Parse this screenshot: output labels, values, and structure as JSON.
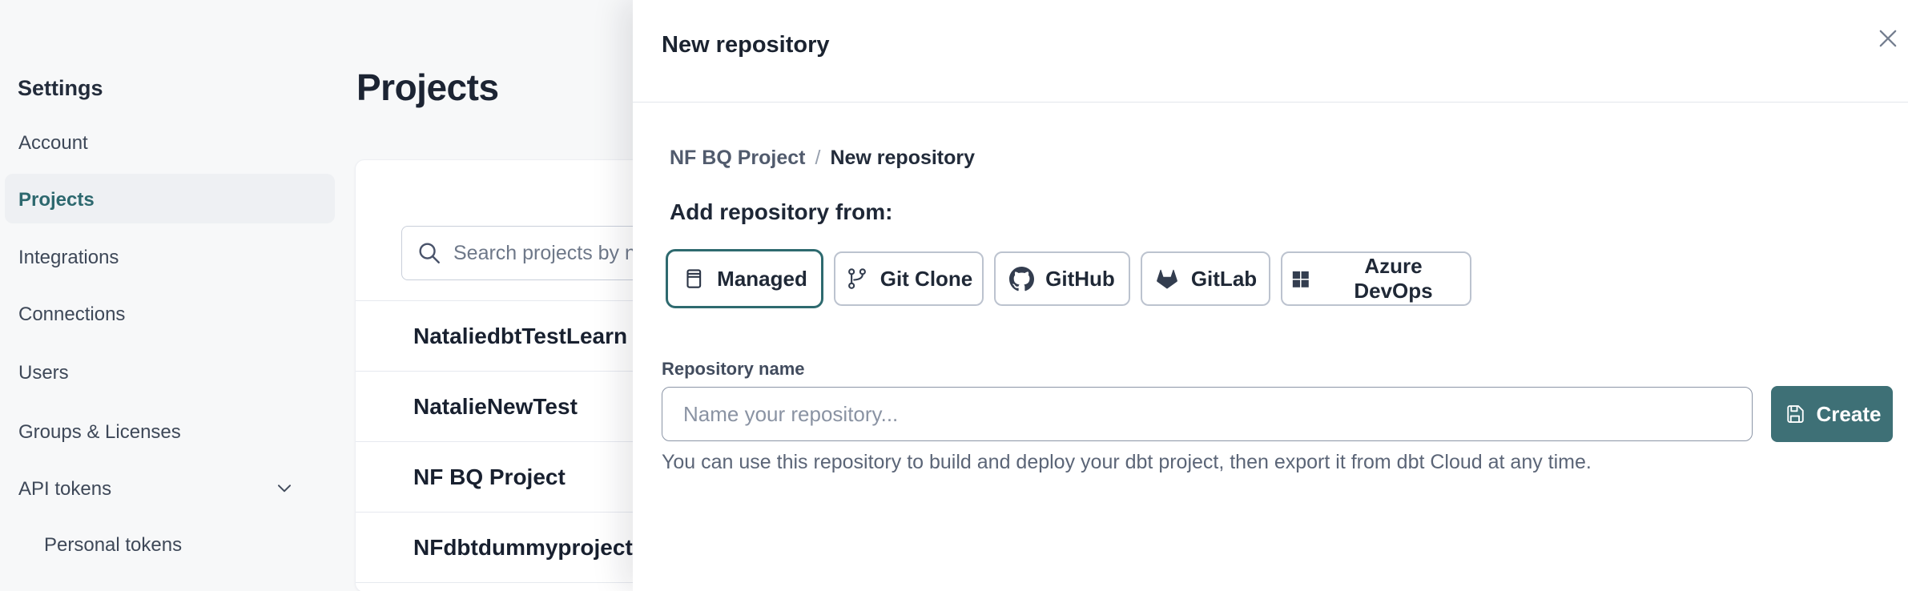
{
  "sidebar": {
    "title": "Settings",
    "items": [
      {
        "label": "Account",
        "selected": false
      },
      {
        "label": "Projects",
        "selected": true
      },
      {
        "label": "Integrations",
        "selected": false
      },
      {
        "label": "Connections",
        "selected": false
      },
      {
        "label": "Users",
        "selected": false
      },
      {
        "label": "Groups & Licenses",
        "selected": false
      },
      {
        "label": "API tokens",
        "selected": false,
        "icon": "chevron-down-icon",
        "expandable": true
      },
      {
        "label": "Personal tokens",
        "selected": false,
        "indented": true
      }
    ]
  },
  "main": {
    "title": "Projects",
    "search": {
      "placeholder": "Search projects by name",
      "icon": "search-icon"
    },
    "projects": [
      {
        "name": "NataliedbtTestLearn T"
      },
      {
        "name": "NatalieNewTest"
      },
      {
        "name": "NF BQ Project"
      },
      {
        "name": "NFdbtdummyproject"
      }
    ]
  },
  "modal": {
    "title": "New repository",
    "close_icon": "close-icon",
    "breadcrumb": {
      "parent": "NF BQ Project",
      "separator": "/",
      "current": "New repository"
    },
    "section_heading": "Add repository from:",
    "source_options": [
      {
        "label": "Managed",
        "icon": "managed-repo-icon",
        "selected": true
      },
      {
        "label": "Git Clone",
        "icon": "git-branch-icon",
        "selected": false
      },
      {
        "label": "GitHub",
        "icon": "github-icon",
        "selected": false
      },
      {
        "label": "GitLab",
        "icon": "gitlab-icon",
        "selected": false
      },
      {
        "label": "Azure DevOps",
        "icon": "azure-devops-icon",
        "selected": false
      }
    ],
    "form": {
      "name_label": "Repository name",
      "name_placeholder": "Name your repository...",
      "create_label": "Create",
      "create_icon": "save-icon",
      "helper_text": "You can use this repository to build and deploy your dbt project, then export it from dbt Cloud at any time."
    }
  },
  "colors": {
    "accent_teal": "#2e6a6f",
    "create_button_teal": "#3e7076",
    "selected_nav_text": "#2d686e",
    "heading_text": "#1c2433",
    "muted_text": "#5b6577",
    "page_background": "#f7f8f9"
  }
}
